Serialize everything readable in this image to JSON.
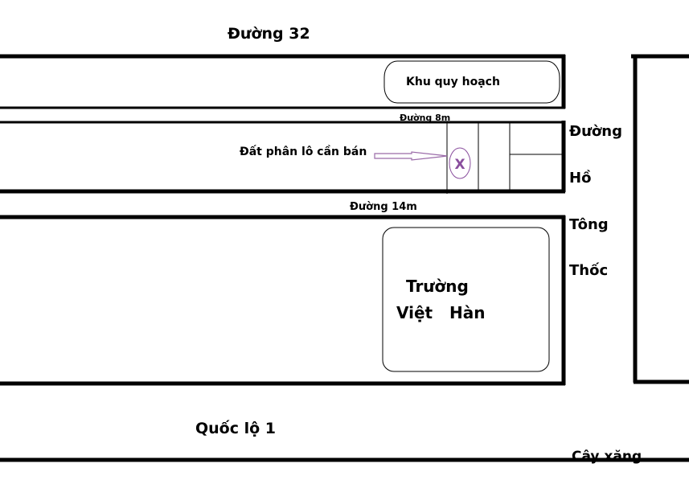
{
  "colors": {
    "line": "#000000",
    "marker": "#8a4f9e",
    "arrow": "#9a6aa8",
    "background": "#ffffff"
  },
  "roads": {
    "top": "Đường 32",
    "inner_8m": "Đường 8m",
    "inner_14m": "Đường 14m",
    "right_lines": [
      "Đường",
      "Hồ",
      "Tông",
      "Thốc"
    ],
    "bottom": "Quốc lộ 1"
  },
  "areas": {
    "planning_zone": "Khu quy hoạch",
    "school_lines": [
      "Trường",
      "Việt   Hàn"
    ]
  },
  "plot": {
    "label": "Đất phân lô cần bán",
    "marker": "X"
  },
  "landmarks": {
    "gas_station": "Cây xăng"
  }
}
